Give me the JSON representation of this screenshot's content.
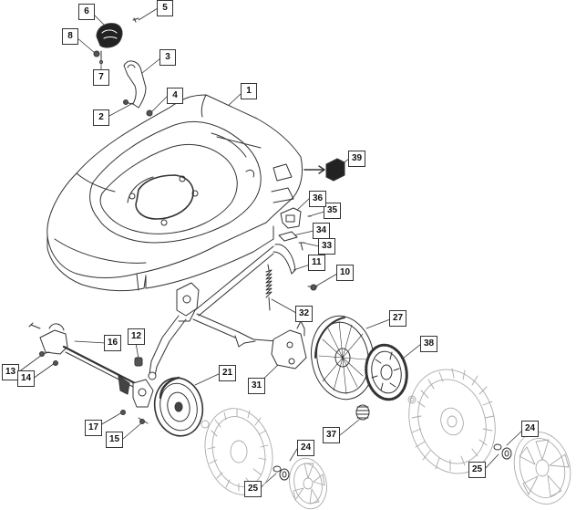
{
  "callouts": [
    {
      "id": "c1",
      "label": "1"
    },
    {
      "id": "c2",
      "label": "2"
    },
    {
      "id": "c3",
      "label": "3"
    },
    {
      "id": "c4",
      "label": "4"
    },
    {
      "id": "c5",
      "label": "5"
    },
    {
      "id": "c6",
      "label": "6"
    },
    {
      "id": "c7",
      "label": "7"
    },
    {
      "id": "c8",
      "label": "8"
    },
    {
      "id": "c10",
      "label": "10"
    },
    {
      "id": "c11",
      "label": "11"
    },
    {
      "id": "c12",
      "label": "12"
    },
    {
      "id": "c13",
      "label": "13"
    },
    {
      "id": "c14",
      "label": "14"
    },
    {
      "id": "c15",
      "label": "15"
    },
    {
      "id": "c16",
      "label": "16"
    },
    {
      "id": "c17",
      "label": "17"
    },
    {
      "id": "c21",
      "label": "21"
    },
    {
      "id": "c24a",
      "label": "24"
    },
    {
      "id": "c24b",
      "label": "24"
    },
    {
      "id": "c25a",
      "label": "25"
    },
    {
      "id": "c25b",
      "label": "25"
    },
    {
      "id": "c27",
      "label": "27"
    },
    {
      "id": "c31",
      "label": "31"
    },
    {
      "id": "c32",
      "label": "32"
    },
    {
      "id": "c33",
      "label": "33"
    },
    {
      "id": "c34",
      "label": "34"
    },
    {
      "id": "c35",
      "label": "35"
    },
    {
      "id": "c36",
      "label": "36"
    },
    {
      "id": "c37",
      "label": "37"
    },
    {
      "id": "c38",
      "label": "38"
    },
    {
      "id": "c39",
      "label": "39"
    }
  ]
}
